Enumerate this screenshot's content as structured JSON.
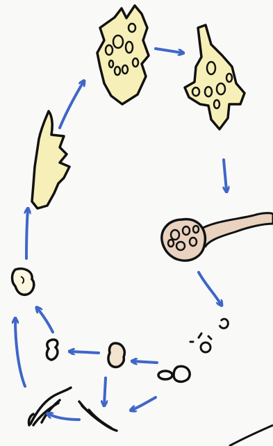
{
  "diagram": {
    "kind": "hand-drawn life cycle",
    "colors": {
      "background": "#f9f9f8",
      "outline": "#111111",
      "amoeba_fill": "#f6efb8",
      "fruiting_body_fill": "#e9d2bf",
      "arrow": "#3f66c8"
    },
    "stages": [
      {
        "id": "spore-cluster-top",
        "icon": "amoeba-cluster"
      },
      {
        "id": "migrating-slug-right",
        "icon": "amoeba-aggregate"
      },
      {
        "id": "sporangium",
        "icon": "fruiting-body"
      },
      {
        "id": "spores-released",
        "icon": "spores"
      },
      {
        "id": "germinating-cell",
        "icon": "cell-pair"
      },
      {
        "id": "small-cell-mid",
        "icon": "cell"
      },
      {
        "id": "small-cell-left",
        "icon": "cell"
      },
      {
        "id": "strands-bottom",
        "icon": "strands"
      },
      {
        "id": "single-cell-left",
        "icon": "cell"
      },
      {
        "id": "flat-amoeba-left",
        "icon": "amoeba-flat"
      }
    ]
  }
}
